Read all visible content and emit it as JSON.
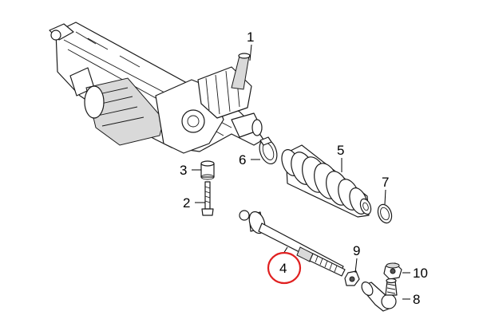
{
  "diagram": {
    "callouts": [
      {
        "id": "1",
        "text": "1"
      },
      {
        "id": "2",
        "text": "2"
      },
      {
        "id": "3",
        "text": "3"
      },
      {
        "id": "4",
        "text": "4"
      },
      {
        "id": "5",
        "text": "5"
      },
      {
        "id": "6",
        "text": "6"
      },
      {
        "id": "7",
        "text": "7"
      },
      {
        "id": "8",
        "text": "8"
      },
      {
        "id": "9",
        "text": "9"
      },
      {
        "id": "10",
        "text": "10"
      }
    ],
    "highlighted_callout": "4",
    "highlight_color": "#e02020"
  }
}
